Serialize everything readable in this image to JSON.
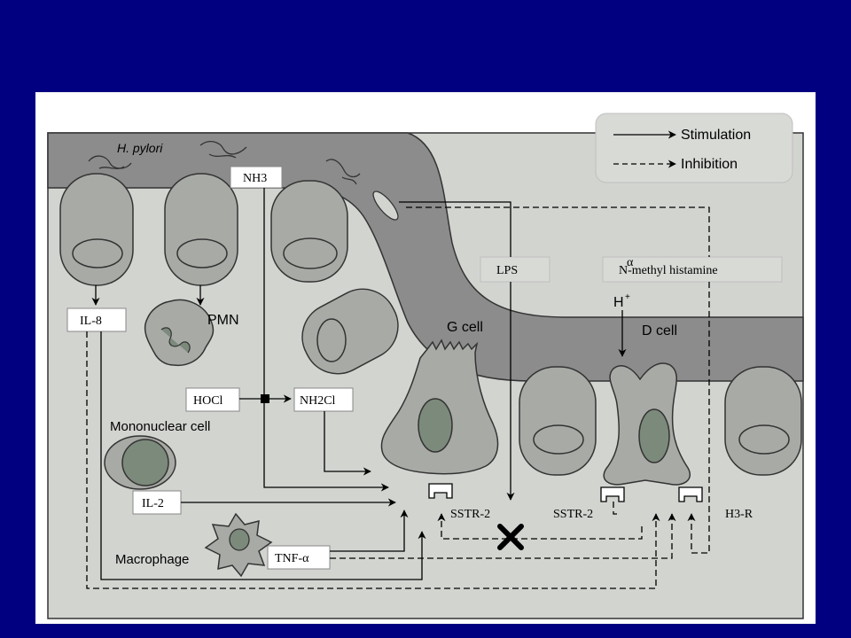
{
  "diagram": {
    "legend": {
      "stimulation": "Stimulation",
      "inhibition": "Inhibition"
    },
    "labels": {
      "h_pylori": "H. pylori",
      "nh3": "NH3",
      "lps": "LPS",
      "n_methyl_histamine": "N-methyl histamine",
      "n_alpha_sup": "α",
      "il8": "IL-8",
      "pmn": "PMN",
      "hocl": "HOCl",
      "nh2cl": "NH2Cl",
      "mononuclear_cell": "Mononuclear cell",
      "il2": "IL-2",
      "macrophage": "Macrophage",
      "tnf_alpha": "TNF-α",
      "g_cell": "G cell",
      "d_cell": "D cell",
      "h_plus": "H",
      "plus_sup": "+",
      "sstr2_g": "SSTR-2",
      "sstr2_d": "SSTR-2",
      "h3r": "H3-R"
    },
    "colors": {
      "background": "#000080",
      "panel": "#ffffff",
      "tissue": "#d2d4d0",
      "mucosa_dark": "#8c8c8c",
      "cell_fill": "#a8aaa6",
      "nucleus": "#7c8a7c",
      "legend_box": "#d8dad6",
      "lps_box": "#d8dad6"
    }
  }
}
